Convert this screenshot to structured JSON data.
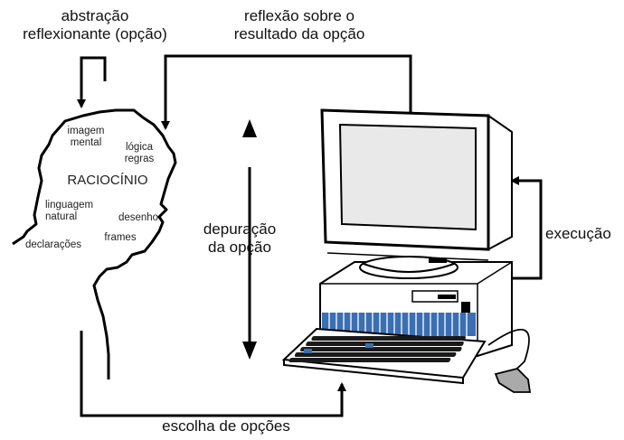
{
  "labels": {
    "abstracao_line1": "abstração",
    "abstracao_line2": "reflexionante (opção)",
    "reflexao_line1": "reflexão sobre o",
    "reflexao_line2": "resultado da opção",
    "depuracao_line1": "depuração",
    "depuracao_line2": "da opção",
    "execucao": "execução",
    "escolha": "escolha de opções"
  },
  "head_terms": {
    "imagem": "imagem",
    "mental": "mental",
    "logica": "lógica",
    "regras": "regras",
    "raciocinio": "RACIOCÍNIO",
    "linguagem": "linguagem",
    "natural": "natural",
    "desenho": "desenho",
    "frames": "frames",
    "declaracoes": "declarações"
  },
  "colors": {
    "line": "#000000",
    "keyboard_stripe": "#3a6fb3",
    "monitor_screen": "#e9e9e9"
  }
}
